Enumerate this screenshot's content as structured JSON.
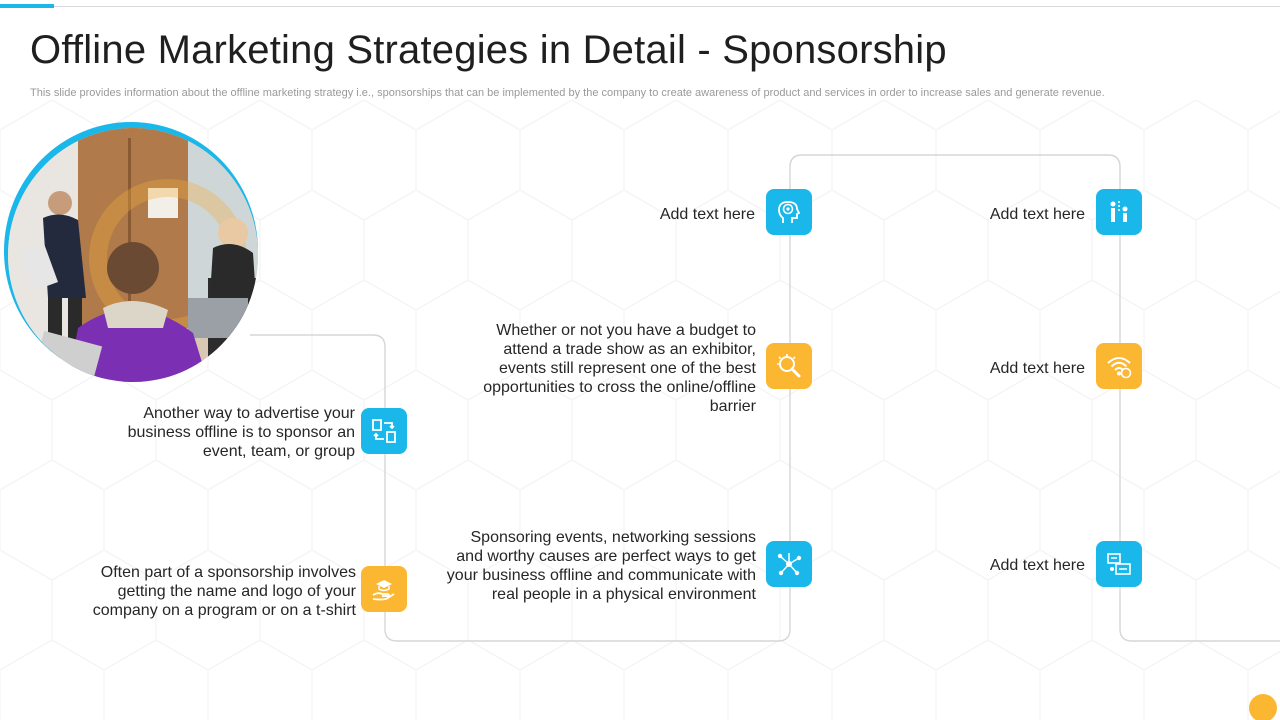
{
  "slide": {
    "title": "Offline Marketing Strategies in Detail - Sponsorship",
    "subtitle": "This slide provides information about the offline marketing strategy i.e.,  sponsorships that can be implemented by the company to create awareness of product and services in order to increase sales and generate revenue."
  },
  "items": {
    "item_1": "Another way to advertise your business offline is to sponsor an event, team, or group",
    "item_2": "Often part of a sponsorship involves getting the name and logo of your company on a program or on a t-shirt",
    "item_3": "Add text here",
    "item_4": "Whether  or not you have a budget to attend a trade show as an exhibitor, events still represent one of the best opportunities to cross the online/offline  barrier",
    "item_5": "Sponsoring events, networking sessions and worthy causes are perfect ways to get your business offline and communicate with real people in a physical environment",
    "item_6": "Add text here",
    "item_7": "Add text here",
    "item_8": "Add text here"
  },
  "icons": {
    "item_1": "exchange-boxes-icon",
    "item_2": "graduation-hand-icon",
    "item_3": "head-target-icon",
    "item_4": "magnifier-icon",
    "item_5": "network-icon",
    "item_6": "presenter-icon",
    "item_7": "wifi-icon",
    "item_8": "chat-screens-icon"
  },
  "colors": {
    "blue": "#1ab7ea",
    "orange": "#fbb731"
  }
}
